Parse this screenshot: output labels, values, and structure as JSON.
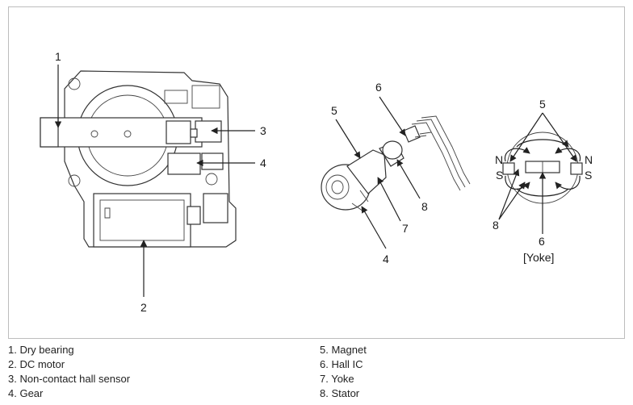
{
  "diagram": {
    "callouts": {
      "throttle": [
        "1",
        "2",
        "3",
        "4"
      ],
      "motor": [
        "4",
        "5",
        "6",
        "7",
        "8"
      ],
      "schematic": {
        "magnet": "5",
        "stator": "8",
        "hall": "6",
        "yoke": "[Yoke]"
      }
    },
    "pole_labels": {
      "north": "N",
      "south": "S"
    }
  },
  "legend": {
    "left": [
      "1. Dry bearing",
      "2. DC motor",
      "3. Non-contact hall sensor",
      "4. Gear"
    ],
    "right": [
      "5. Magnet",
      "6. Hall IC",
      "7. Yoke",
      "8. Stator"
    ]
  }
}
